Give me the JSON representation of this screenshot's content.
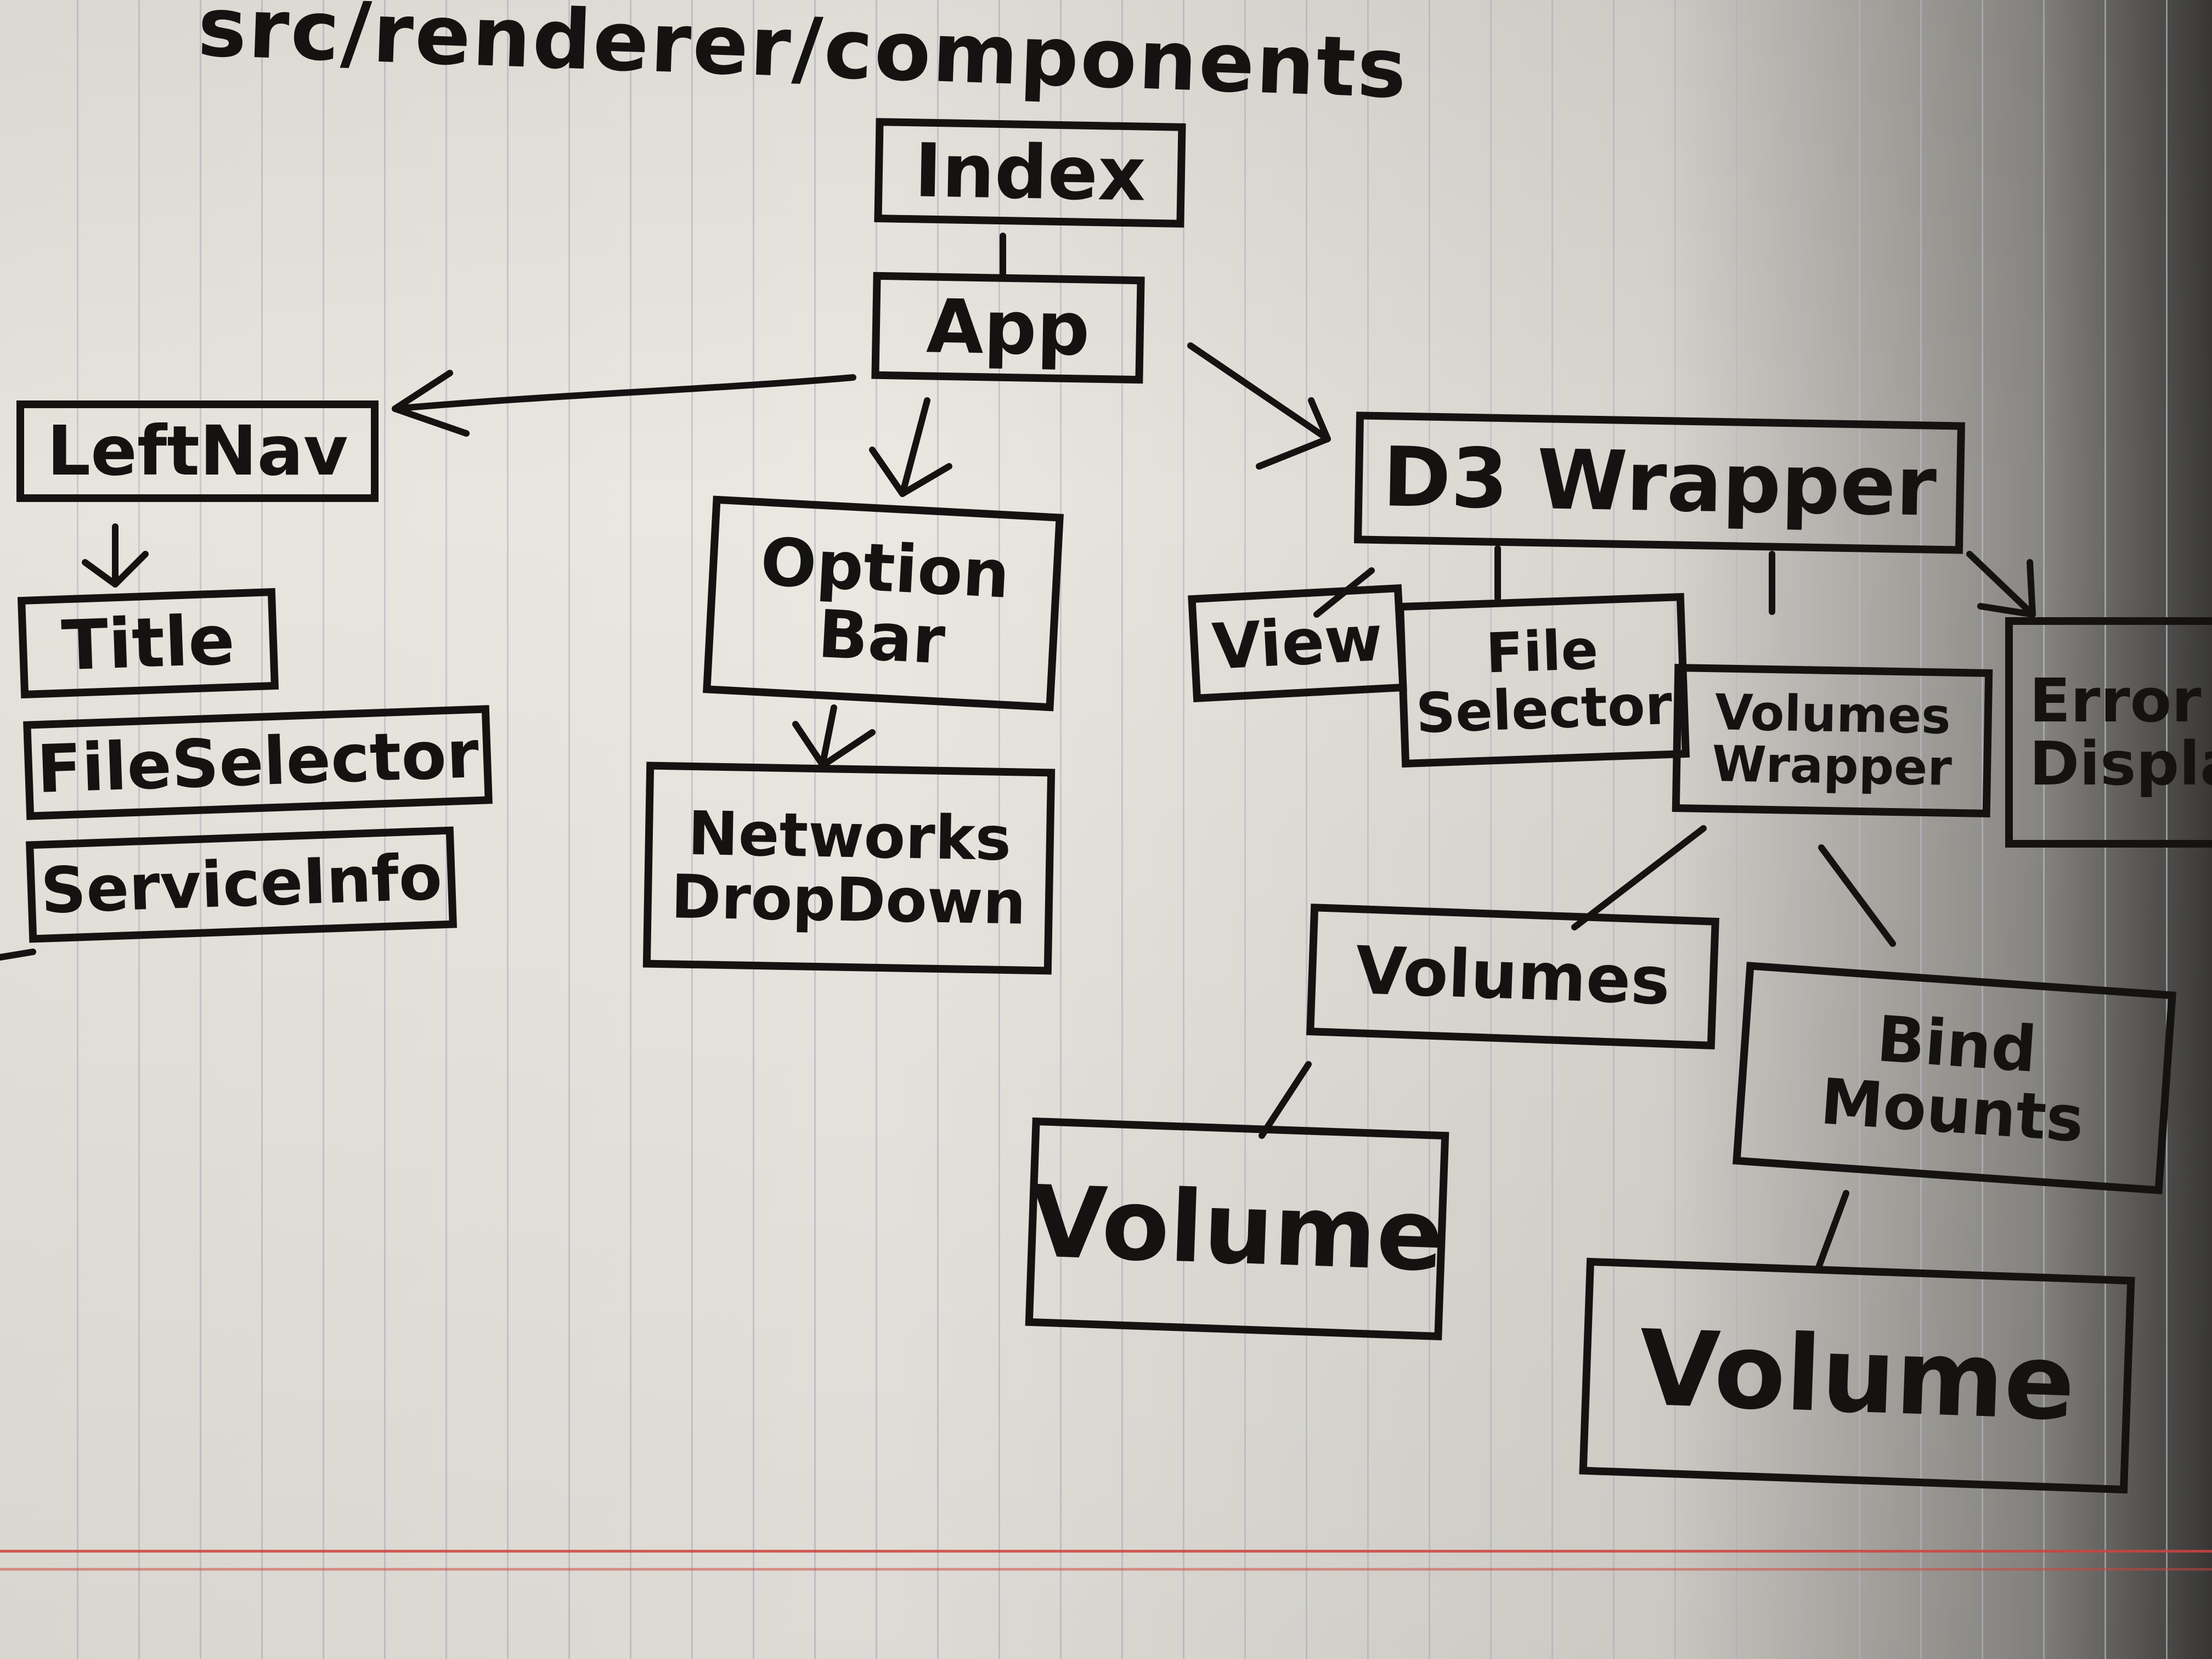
{
  "diagram": {
    "path_heading": "src/renderer/components",
    "nodes": {
      "index": "Index",
      "app": "App",
      "leftnav": "LeftNav",
      "title": "Title",
      "fileselector_left": "FileSelector",
      "serviceinfo": "ServiceInfo",
      "optionbar": "Option\nBar",
      "networksdropdown": "Networks\nDropDown",
      "d3wrapper": "D3 Wrapper",
      "view": "View",
      "fileselector_d3": "File\nSelector",
      "volumeswrapper": "Volumes\nWrapper",
      "errordisplay": "Error\nDisplay",
      "volumes": "Volumes",
      "volume_a": "Volume",
      "bindmounts": "Bind\nMounts",
      "volume_b": "Volume"
    },
    "colors": {
      "ink": "#141311",
      "paper": "#e6e3dc",
      "rule": "#b8bcc8",
      "margin": "#d8473f"
    }
  }
}
